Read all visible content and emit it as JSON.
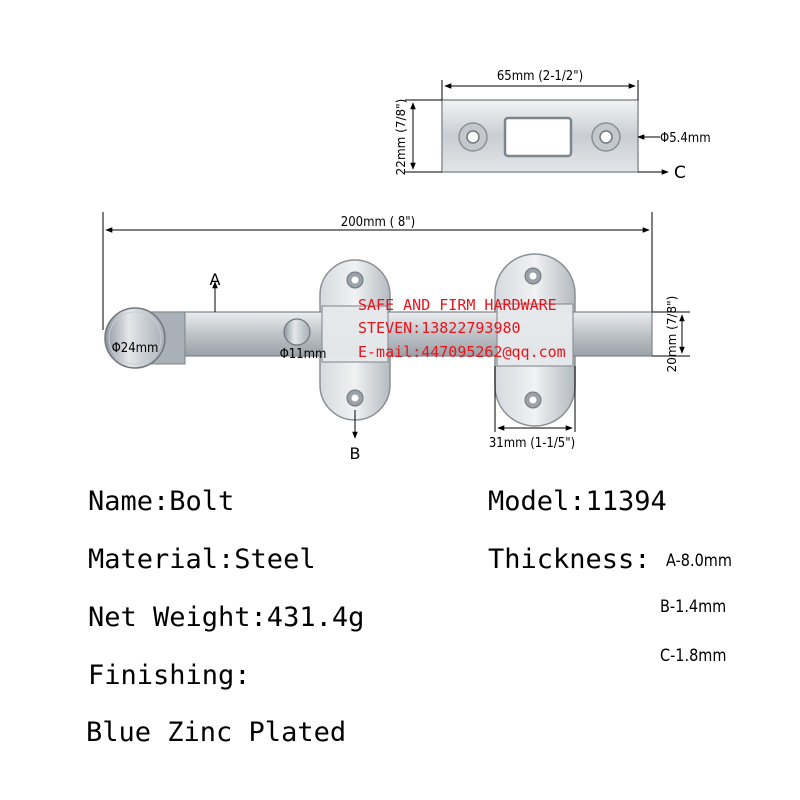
{
  "strike_plate": {
    "length_label": "65mm (2-1/2\")",
    "height_label": "22mm (7/8\")",
    "hole_label": "Φ5.4mm",
    "section_label": "C"
  },
  "bolt": {
    "length_label": "200mm ( 8\")",
    "section_a_label": "A",
    "section_b_label": "B",
    "knob_label": "Φ24mm",
    "pin_label": "Φ11mm",
    "width_label": "20mm (7/8\")",
    "bracket_label": "31mm (1-1/5\")"
  },
  "watermark": {
    "line1": "SAFE AND FIRM HARDWARE",
    "line2": "STEVEN:13822793980",
    "line3": "E-mail:447095262@qq.com"
  },
  "specs": {
    "name": "Name:Bolt",
    "model": "Model:11394",
    "material": "Material:Steel",
    "thickness_label": "Thickness:",
    "thickness_a": "A-8.0mm",
    "thickness_b": "B-1.4mm",
    "thickness_c": "C-1.8mm",
    "net_weight": "Net Weight:431.4g",
    "finishing_label": "Finishing:",
    "finishing_value": "Blue Zinc Plated"
  },
  "colors": {
    "metal_light": "#e6e8ea",
    "metal_mid": "#b9bfc5",
    "metal_dark": "#7d848b",
    "watermark": "#e8141b"
  }
}
